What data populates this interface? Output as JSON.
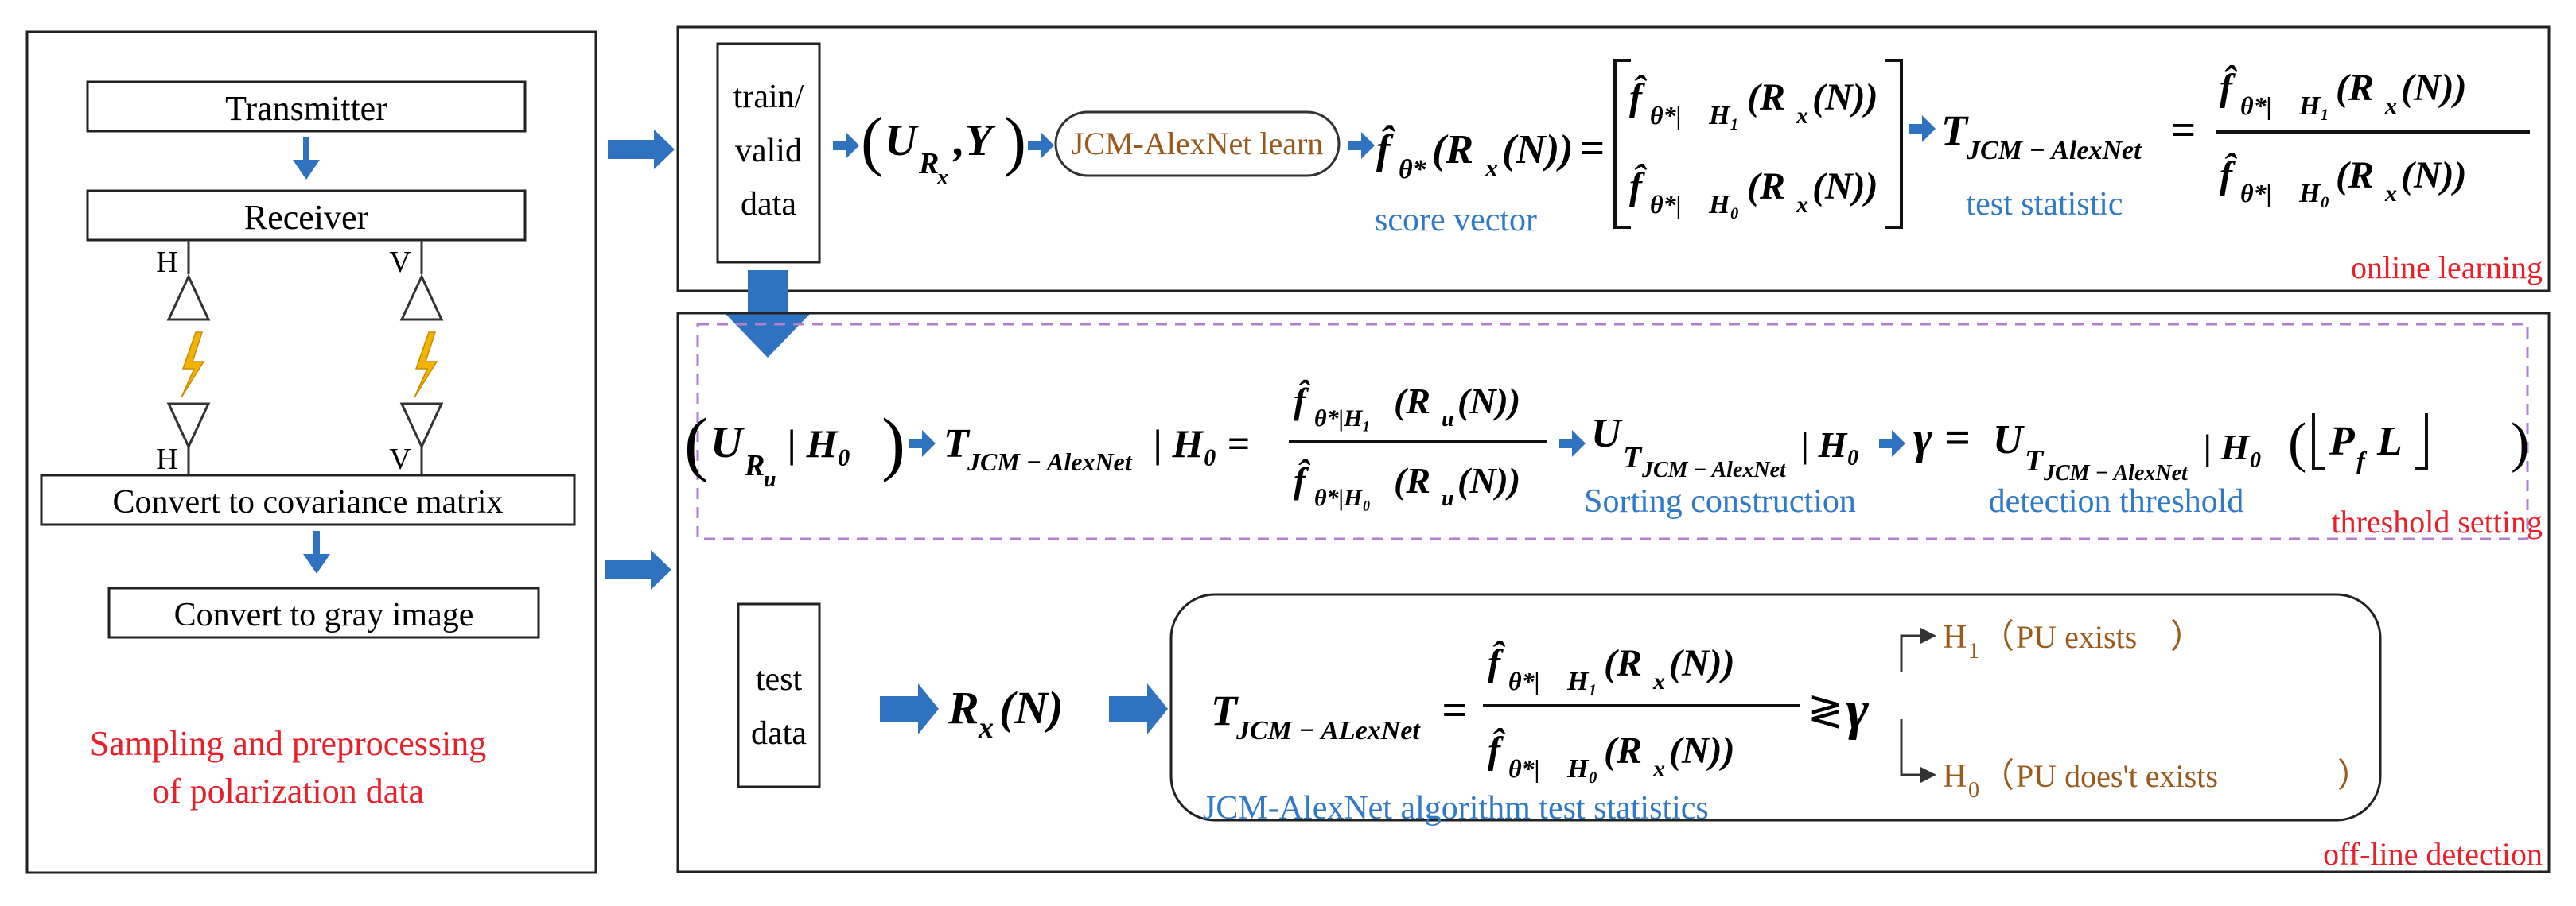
{
  "left_panel": {
    "transmitter": "Transmitter",
    "receiver": "Receiver",
    "ant_h_top": "H",
    "ant_v_top": "V",
    "ant_h_bottom": "H",
    "ant_v_bottom": "V",
    "covariance": "Convert to covariance matrix",
    "gray": "Convert to gray image",
    "caption_line1": "Sampling and preprocessing",
    "caption_line2": "of polarization data"
  },
  "online": {
    "data_box": [
      "train/",
      "valid",
      "data"
    ],
    "learn_label": "JCM-AlexNet learn",
    "score_caption": "score vector",
    "stat_caption": "test statistic",
    "section_label": "online learning"
  },
  "threshold": {
    "sorting_caption": "Sorting construction",
    "detection_caption": "detection threshold",
    "section_label": "threshold setting"
  },
  "offline": {
    "data_box": [
      "test",
      "data"
    ],
    "algo_caption": "JCM-AlexNet algorithm test statistics",
    "h1_label": "PU  exists",
    "h0_label": "PU does't  exists",
    "section_label": "off-line detection"
  },
  "colors": {
    "arrow_blue": "#2f72c0",
    "caption_blue": "#2f79c8",
    "section_red": "#e8202a",
    "brown": "#9a5a1c",
    "dashed_purple": "#b07fd0",
    "bolt_yellow": "#f2b400"
  }
}
